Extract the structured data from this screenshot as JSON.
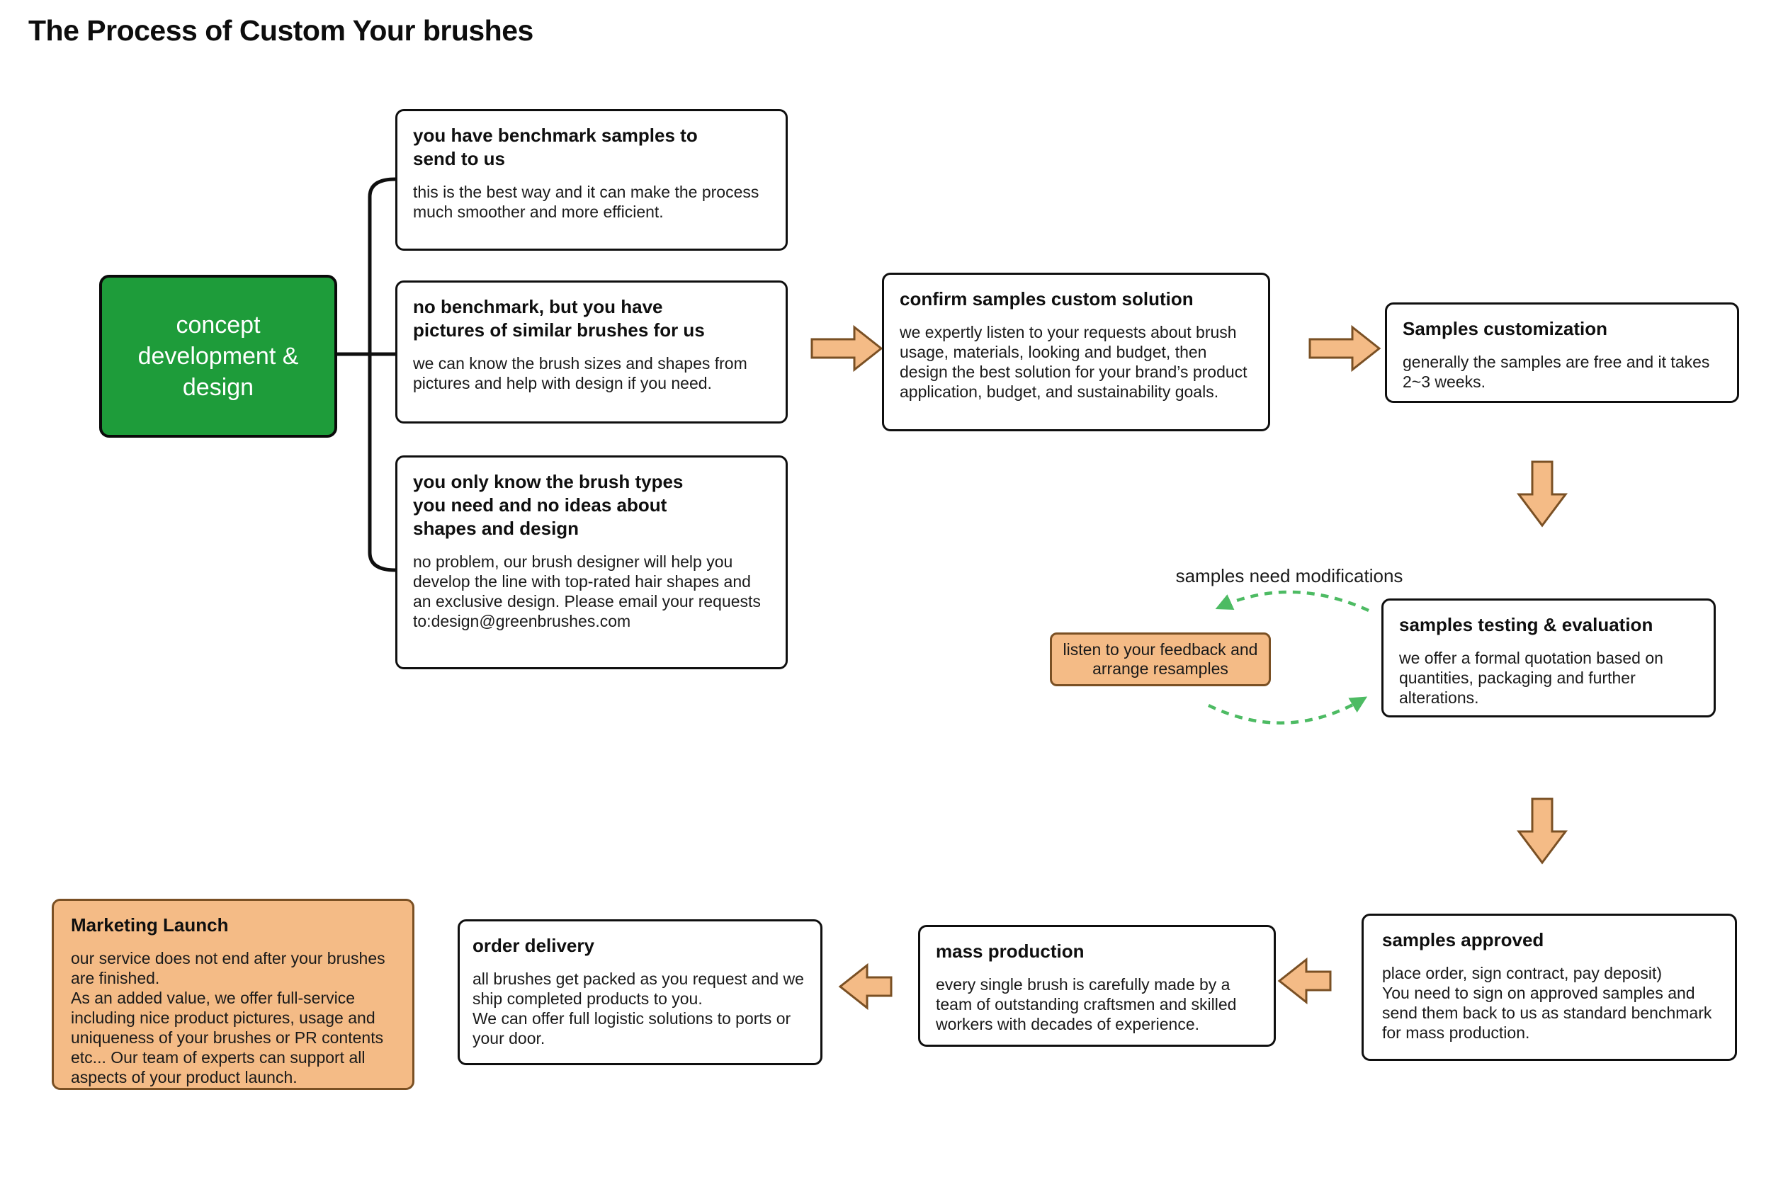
{
  "title": "The Process of Custom Your brushes",
  "colors": {
    "node_green": "#1e9c3a",
    "accent_orange": "#f4bb86",
    "orange_border": "#7a5024",
    "dashed_green": "#4dbb63",
    "line_black": "#0f0f0f"
  },
  "flow": {
    "concept": {
      "label": "concept development & design"
    },
    "options": [
      {
        "heading": "you have benchmark samples to\nsend to us",
        "body": "this is the best way and it can make the process much smoother and more efficient."
      },
      {
        "heading": "no benchmark, but you have\npictures of similar brushes for us",
        "body": "we can know the brush sizes and shapes from pictures and help with design if you need."
      },
      {
        "heading": "you only know the brush types\nyou need and no ideas about\nshapes and design",
        "body": "no problem, our brush designer will help you develop the line with top-rated hair shapes and an exclusive design. Please email your requests to:design@greenbrushes.com"
      }
    ],
    "confirm": {
      "heading": "confirm samples custom solution",
      "body": "we expertly listen to your requests about brush usage, materials, looking and budget, then design the best solution for your brand’s product application, budget, and sustainability goals."
    },
    "customization": {
      "heading": "Samples customization",
      "body": "generally the samples are free and it takes 2~3 weeks."
    },
    "testing": {
      "heading": "samples testing & evaluation",
      "body": "we offer a formal quotation based on quantities, packaging and further alterations."
    },
    "modification_label": "samples need modifications",
    "feedback": {
      "label": "listen to your feedback and arrange resamples"
    },
    "approved": {
      "heading": "samples approved",
      "body": "place order, sign contract, pay deposit)\nYou need to sign on approved samples and send them back to us as standard benchmark for mass production."
    },
    "mass_production": {
      "heading": "mass production",
      "body": "every single brush is carefully made by a team of outstanding craftsmen and skilled workers with decades of experience."
    },
    "order_delivery": {
      "heading": "order delivery",
      "body": "all brushes get packed as you request and we ship completed products to you.\nWe can offer full logistic solutions to ports or your door."
    },
    "marketing": {
      "heading": "Marketing Launch",
      "body": "our service does not end after your brushes are finished.\nAs an added value, we offer full-service including nice product pictures, usage and uniqueness of your brushes or PR contents etc... Our team of experts can support all aspects of your product launch."
    }
  }
}
